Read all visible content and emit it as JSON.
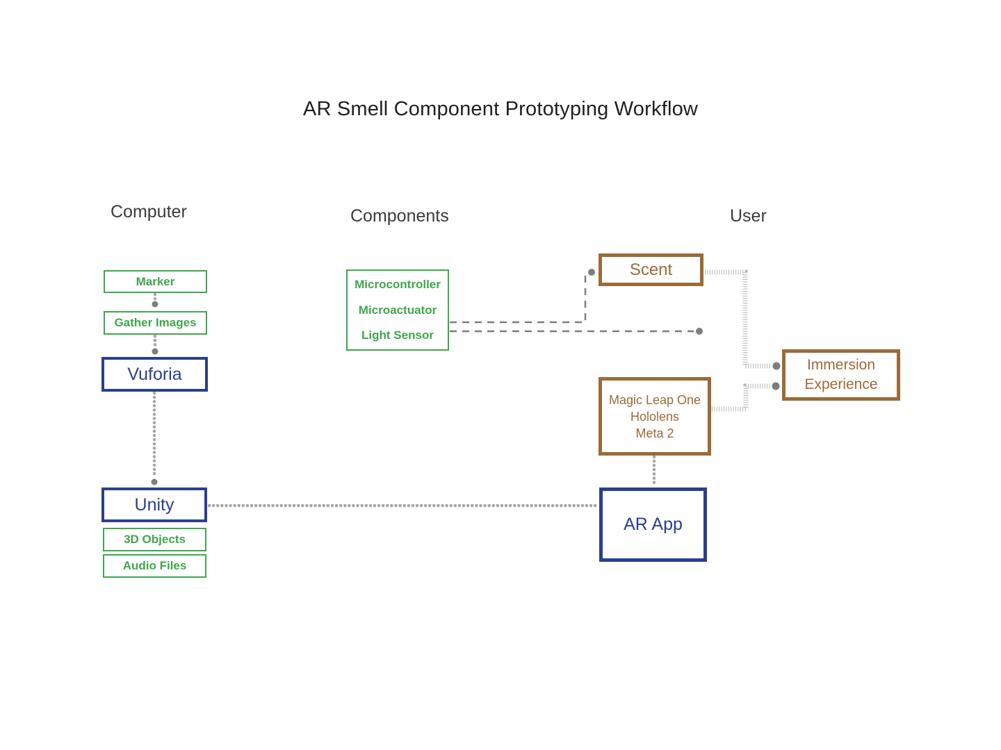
{
  "title": "AR Smell Component Prototyping Workflow",
  "columns": {
    "computer": "Computer",
    "components": "Components",
    "user": "User"
  },
  "nodes": {
    "marker": {
      "label": "Marker"
    },
    "gather_images": {
      "label": "Gather Images"
    },
    "vuforia": {
      "label": "Vuforia"
    },
    "unity": {
      "label": "Unity"
    },
    "objects_3d": {
      "label": "3D Objects"
    },
    "audio_files": {
      "label": "Audio Files"
    },
    "component_list": {
      "lines": [
        "Microcontroller",
        "Microactuator",
        "Light Sensor"
      ]
    },
    "scent": {
      "label": "Scent"
    },
    "headset": {
      "lines": [
        "Magic Leap One",
        "Hololens",
        "Meta 2"
      ]
    },
    "ar_app": {
      "label": "AR App"
    },
    "immersion": {
      "lines": [
        "Immersion",
        "Experience"
      ]
    }
  },
  "colors": {
    "green": "#3fa74c",
    "blue": "#2b3e90",
    "brown": "#9c6a38",
    "heading": "#3b3b3b",
    "title": "#1f1f1f",
    "chain": "#a6a6a6",
    "ticks": "#b5b5b5",
    "dash": "#7d7d7d",
    "dot": "#7d7d7d"
  }
}
